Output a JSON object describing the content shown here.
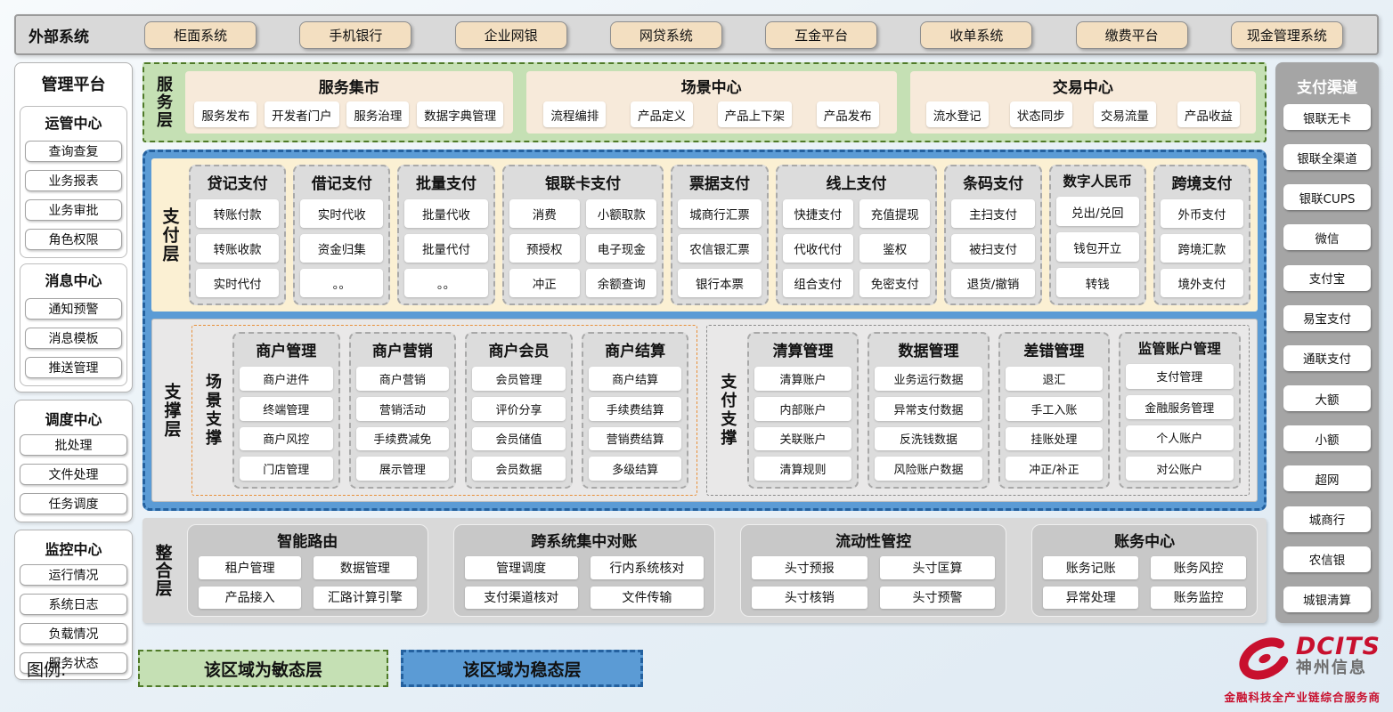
{
  "external_systems": {
    "title": "外部系统",
    "items": [
      "柜面系统",
      "手机银行",
      "企业网银",
      "网贷系统",
      "互金平台",
      "收单系统",
      "缴费平台",
      "现金管理系统"
    ]
  },
  "management_platform": {
    "title": "管理平台",
    "groups": [
      {
        "title": "运管中心",
        "items": [
          "查询查复",
          "业务报表",
          "业务审批",
          "角色权限"
        ]
      },
      {
        "title": "消息中心",
        "items": [
          "通知预警",
          "消息模板",
          "推送管理"
        ]
      },
      {
        "title": "调度中心",
        "items": [
          "批处理",
          "文件处理",
          "任务调度"
        ]
      },
      {
        "title": "监控中心",
        "items": [
          "运行情况",
          "系统日志",
          "负载情况",
          "服务状态"
        ]
      }
    ]
  },
  "service_layer": {
    "label": "服务层",
    "sections": [
      {
        "title": "服务集市",
        "items": [
          "服务发布",
          "开发者门户",
          "服务治理",
          "数据字典管理"
        ]
      },
      {
        "title": "场景中心",
        "items": [
          "流程编排",
          "产品定义",
          "产品上下架",
          "产品发布"
        ]
      },
      {
        "title": "交易中心",
        "items": [
          "流水登记",
          "状态同步",
          "交易流量",
          "产品收益"
        ]
      }
    ]
  },
  "payment_layer": {
    "label": "支付层",
    "columns": [
      {
        "title": "贷记支付",
        "items": [
          "转账付款",
          "转账收款",
          "实时代付"
        ]
      },
      {
        "title": "借记支付",
        "items": [
          "实时代收",
          "资金归集",
          "。。"
        ]
      },
      {
        "title": "批量支付",
        "items": [
          "批量代收",
          "批量代付",
          "。。"
        ]
      },
      {
        "title": "银联卡支付",
        "items": [
          "消费",
          "小额取款",
          "预授权",
          "电子现金",
          "冲正",
          "余额查询"
        ]
      },
      {
        "title": "票据支付",
        "items": [
          "城商行汇票",
          "农信银汇票",
          "银行本票"
        ]
      },
      {
        "title": "线上支付",
        "items": [
          "快捷支付",
          "充值提现",
          "代收代付",
          "鉴权",
          "组合支付",
          "免密支付"
        ]
      },
      {
        "title": "条码支付",
        "items": [
          "主扫支付",
          "被扫支付",
          "退货/撤销"
        ]
      },
      {
        "title": "数字人民币",
        "items": [
          "兑出/兑回",
          "钱包开立",
          "转钱"
        ]
      },
      {
        "title": "跨境支付",
        "items": [
          "外币支付",
          "跨境汇款",
          "境外支付"
        ]
      }
    ]
  },
  "support_layer": {
    "label": "支撑层",
    "groups": [
      {
        "label": "场景支撑",
        "columns": [
          {
            "title": "商户管理",
            "items": [
              "商户进件",
              "终端管理",
              "商户风控",
              "门店管理"
            ]
          },
          {
            "title": "商户营销",
            "items": [
              "商户营销",
              "营销活动",
              "手续费减免",
              "展示管理"
            ]
          },
          {
            "title": "商户会员",
            "items": [
              "会员管理",
              "评价分享",
              "会员储值",
              "会员数据"
            ]
          },
          {
            "title": "商户结算",
            "items": [
              "商户结算",
              "手续费结算",
              "营销费结算",
              "多级结算"
            ]
          }
        ]
      },
      {
        "label": "支付支撑",
        "columns": [
          {
            "title": "清算管理",
            "items": [
              "清算账户",
              "内部账户",
              "关联账户",
              "清算规则"
            ]
          },
          {
            "title": "数据管理",
            "items": [
              "业务运行数据",
              "异常支付数据",
              "反洗钱数据",
              "风险账户数据"
            ]
          },
          {
            "title": "差错管理",
            "items": [
              "退汇",
              "手工入账",
              "挂账处理",
              "冲正/补正"
            ]
          },
          {
            "title": "监管账户管理",
            "items": [
              "支付管理",
              "金融服务管理",
              "个人账户",
              "对公账户"
            ]
          }
        ]
      }
    ]
  },
  "integration_layer": {
    "label": "整合层",
    "sections": [
      {
        "title": "智能路由",
        "items": [
          "租户管理",
          "数据管理",
          "产品接入",
          "汇路计算引擎"
        ]
      },
      {
        "title": "跨系统集中对账",
        "items": [
          "管理调度",
          "行内系统核对",
          "支付渠道核对",
          "文件传输"
        ]
      },
      {
        "title": "流动性管控",
        "items": [
          "头寸预报",
          "头寸匡算",
          "头寸核销",
          "头寸预警"
        ]
      },
      {
        "title": "账务中心",
        "items": [
          "账务记账",
          "账务风控",
          "异常处理",
          "账务监控"
        ]
      }
    ]
  },
  "payment_channels": {
    "title": "支付渠道",
    "items": [
      "银联无卡",
      "银联全渠道",
      "银联CUPS",
      "微信",
      "支付宝",
      "易宝支付",
      "通联支付",
      "大额",
      "小额",
      "超网",
      "城商行",
      "农信银",
      "城银清算"
    ]
  },
  "legend": {
    "label": "图例:",
    "items": [
      {
        "name": "agile",
        "label": "该区域为敏态层"
      },
      {
        "name": "stable",
        "label": "该区域为稳态层"
      }
    ]
  },
  "logo": {
    "brand": "DCITS",
    "company": "神州信息",
    "tagline": "金融科技全产业链综合服务商"
  },
  "colors": {
    "agile_green": "#C5E0B4",
    "agile_border": "#4F7A28",
    "stable_blue": "#5B9BD5",
    "stable_border": "#24619F",
    "external_tan": "#F3DFC1",
    "panel_gray": "#D9D9D9",
    "channel_gray": "#A5A5A5",
    "payment_cream": "#FBF0D3",
    "scene_accent_orange": "#E8903A",
    "brand_red": "#C8102E"
  }
}
